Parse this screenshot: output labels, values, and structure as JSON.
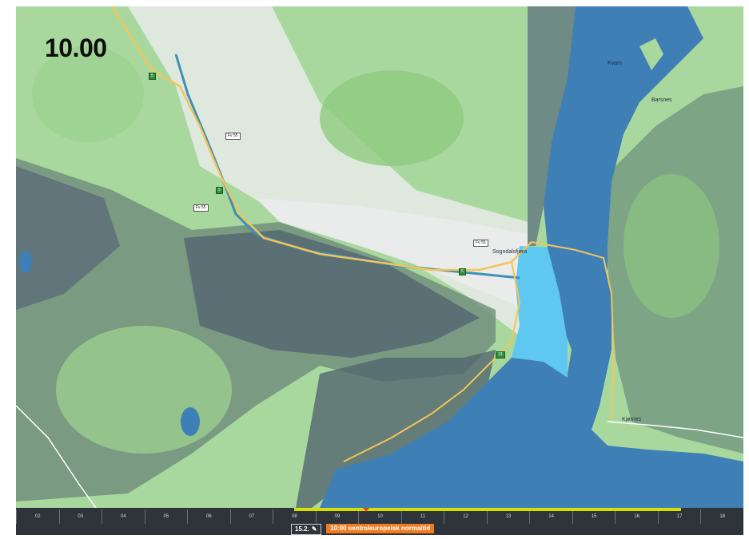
{
  "map": {
    "time_label": "10.00",
    "place_labels": {
      "sogndalsfjora": "Sogndalsfjøra",
      "kvam": "Kvam",
      "barsnes": "Barsnes",
      "kjornes": "Kjørnes"
    },
    "road_shields": {
      "rv5_a": "5",
      "fv55_a": "Fv 55",
      "fv55_b": "Fv 55",
      "fv55_c": "Fv 55",
      "rv5_b": "5",
      "rv5_c": "5",
      "e13": "13"
    },
    "colors": {
      "water": "#3e7fb6",
      "highlight_water": "#5ec8f0",
      "forest": "#8bcb7a",
      "shadow": "#566872",
      "road": "#f2c45a"
    }
  },
  "timeline": {
    "hours": [
      "02",
      "03",
      "04",
      "05",
      "06",
      "07",
      "08",
      "09",
      "10",
      "11",
      "12",
      "13",
      "14",
      "15",
      "16",
      "17",
      "18"
    ],
    "date": "15.2.",
    "time_zone_label": "10:00 sentraleuropeisk normaltid",
    "selected_hour": "10",
    "colors": {
      "bar": "#2f343a",
      "range": "#d6e000",
      "marker": "#e8402b",
      "badge": "#f07c22"
    }
  }
}
